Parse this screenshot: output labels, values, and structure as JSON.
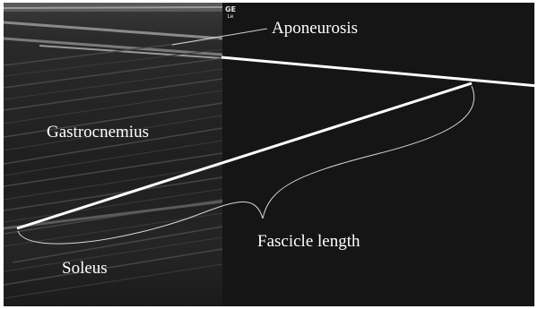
{
  "image": {
    "description_labels": {
      "aponeurosis": "Aponeurosis",
      "gastrocnemius": "Gastrocnemius",
      "fascicle_length": "Fascicle length",
      "soleus": "Soleus"
    },
    "logo_text": "GE",
    "logo_subtext": "Le"
  },
  "colors": {
    "background": "#151515",
    "label_text": "#ffffff",
    "overlay_line": "#ffffff"
  }
}
